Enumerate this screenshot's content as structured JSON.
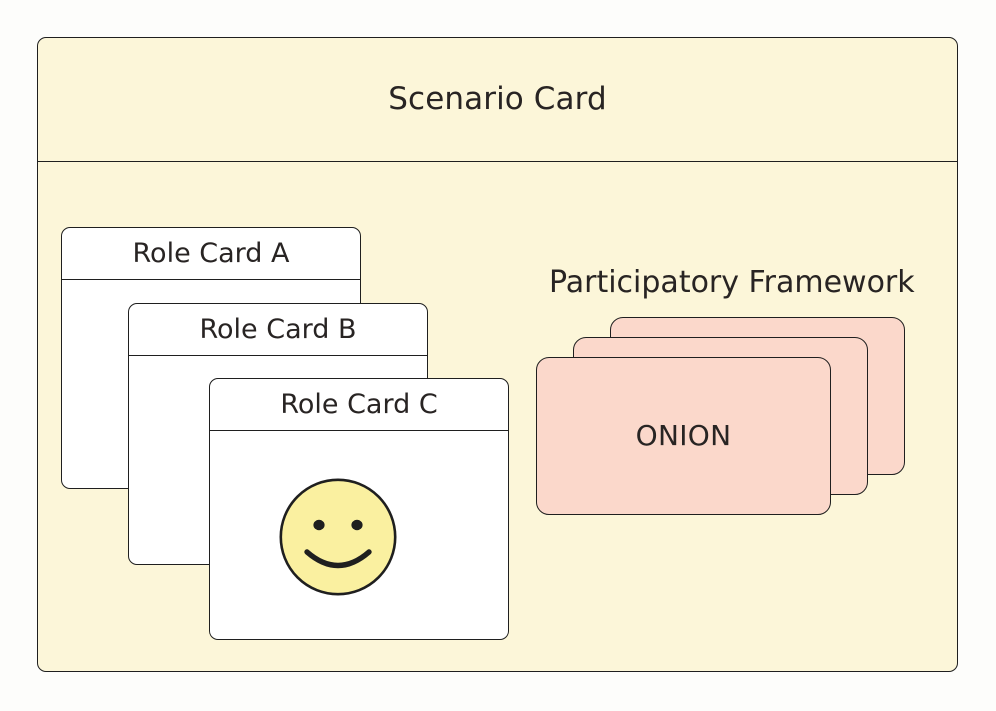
{
  "page": {
    "background_color": "#fdfdfb"
  },
  "scenario": {
    "title": "Scenario Card",
    "background_color": "#fcf6d9",
    "border_color": "#1f1f1f"
  },
  "role_cards": [
    {
      "title": "Role Card A",
      "background_color": "#ffffff",
      "has_face": false
    },
    {
      "title": "Role Card B",
      "background_color": "#ffffff",
      "has_face": false
    },
    {
      "title": "Role Card C",
      "background_color": "#ffffff",
      "has_face": true
    }
  ],
  "framework": {
    "label": "Participatory Framework",
    "front_card_label": "ONION",
    "card_color": "#fbd8cb",
    "card_count": 3
  },
  "face": {
    "icon": "smiley-face-icon",
    "fill_color": "#faf0a0",
    "stroke_color": "#1f1f1f"
  }
}
